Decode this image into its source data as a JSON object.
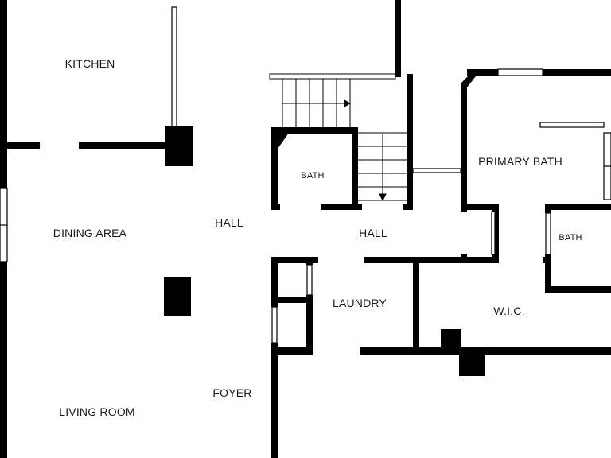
{
  "floor_plan": {
    "rooms": {
      "kitchen": "KITCHEN",
      "dining_area": "DINING AREA",
      "living_room": "LIVING ROOM",
      "hall_west": "HALL",
      "hall_east": "HALL",
      "foyer": "FOYER",
      "bath_hall": "BATH",
      "primary_bath": "PRIMARY BATH",
      "bath_primary": "BATH",
      "laundry": "LAUNDRY",
      "wic": "W.I.C."
    },
    "colors": {
      "wall": "#000000",
      "background": "#ffffff",
      "opening": "#ffffff",
      "window_frame": "#9a9a9a"
    }
  }
}
